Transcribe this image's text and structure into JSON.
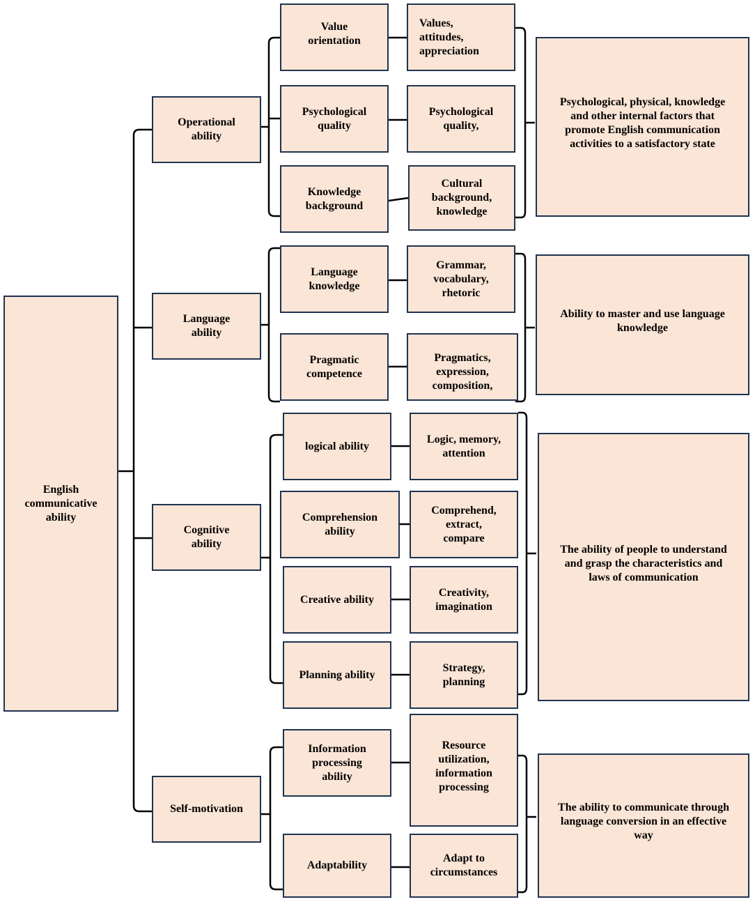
{
  "root": {
    "label": "English\ncommunicative\nability"
  },
  "categories": [
    {
      "label": "Operational\nability",
      "items": [
        {
          "label": "Value\norientation",
          "detail": "Values,\nattitudes,\nappreciation"
        },
        {
          "label": "Psychological\nquality",
          "detail": "Psychological\nquality,"
        },
        {
          "label": "Knowledge\nbackground",
          "detail": "Cultural\nbackground,\nknowledge"
        }
      ],
      "description": "Psychological, physical, knowledge\nand other internal factors that\npromote English communication\nactivities to a satisfactory state"
    },
    {
      "label": "Language\nability",
      "items": [
        {
          "label": "Language\nknowledge",
          "detail": "Grammar,\nvocabulary,\nrhetoric"
        },
        {
          "label": "Pragmatic\ncompetence",
          "detail": "Pragmatics,\nexpression,\ncomposition,"
        }
      ],
      "description": "Ability to master and use language\nknowledge"
    },
    {
      "label": "Cognitive\nability",
      "items": [
        {
          "label": "logical ability",
          "detail": "Logic, memory,\nattention"
        },
        {
          "label": "Comprehension\nability",
          "detail": "Comprehend,\nextract,\ncompare"
        },
        {
          "label": "Creative ability",
          "detail": "Creativity,\nimagination"
        },
        {
          "label": "Planning ability",
          "detail": "Strategy,\nplanning"
        }
      ],
      "description": "The ability of people to understand\nand grasp the characteristics and\nlaws of communication"
    },
    {
      "label": "Self-motivation",
      "items": [
        {
          "label": "Information\nprocessing\nability",
          "detail": "Resource\nutilization,\ninformation\nprocessing"
        },
        {
          "label": "Adaptability",
          "detail": "Adapt to\ncircumstances"
        }
      ],
      "description": "The ability to communicate through\nlanguage conversion in an effective\nway"
    }
  ]
}
